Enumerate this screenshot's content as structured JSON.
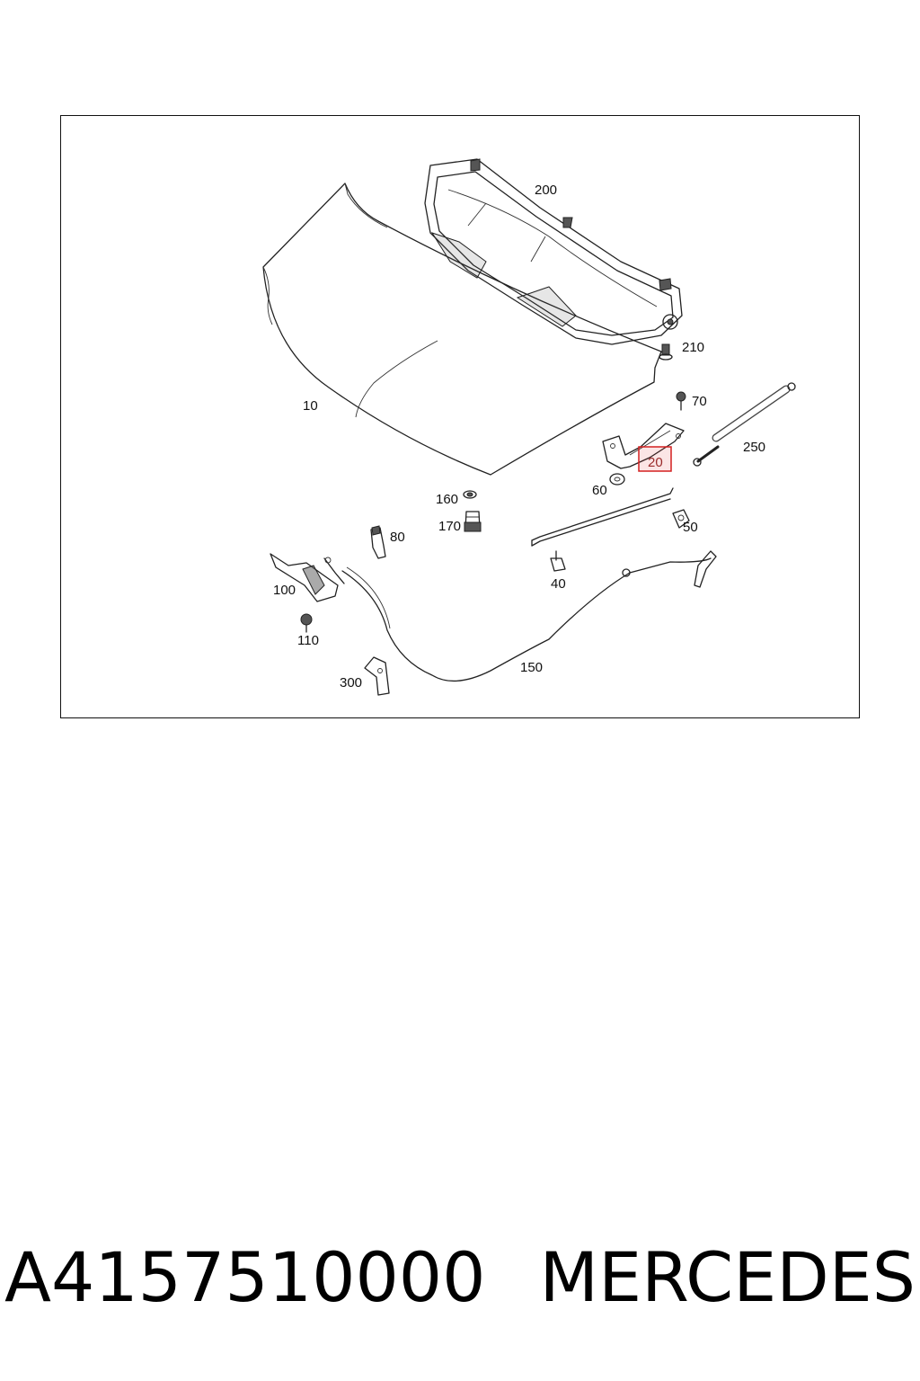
{
  "diagram": {
    "callouts": [
      {
        "id": "label-10",
        "text": "10"
      },
      {
        "id": "label-20",
        "text": "20",
        "highlighted": true
      },
      {
        "id": "label-40",
        "text": "40"
      },
      {
        "id": "label-50",
        "text": "50"
      },
      {
        "id": "label-60",
        "text": "60"
      },
      {
        "id": "label-70",
        "text": "70"
      },
      {
        "id": "label-80",
        "text": "80"
      },
      {
        "id": "label-100",
        "text": "100"
      },
      {
        "id": "label-110",
        "text": "110"
      },
      {
        "id": "label-150",
        "text": "150"
      },
      {
        "id": "label-160",
        "text": "160"
      },
      {
        "id": "label-170",
        "text": "170"
      },
      {
        "id": "label-200",
        "text": "200"
      },
      {
        "id": "label-210",
        "text": "210"
      },
      {
        "id": "label-250",
        "text": "250"
      },
      {
        "id": "label-300",
        "text": "300"
      }
    ],
    "highlight_color": "#d42020"
  },
  "caption": {
    "part_number": "A4157510000",
    "brand": "MERCEDES"
  }
}
